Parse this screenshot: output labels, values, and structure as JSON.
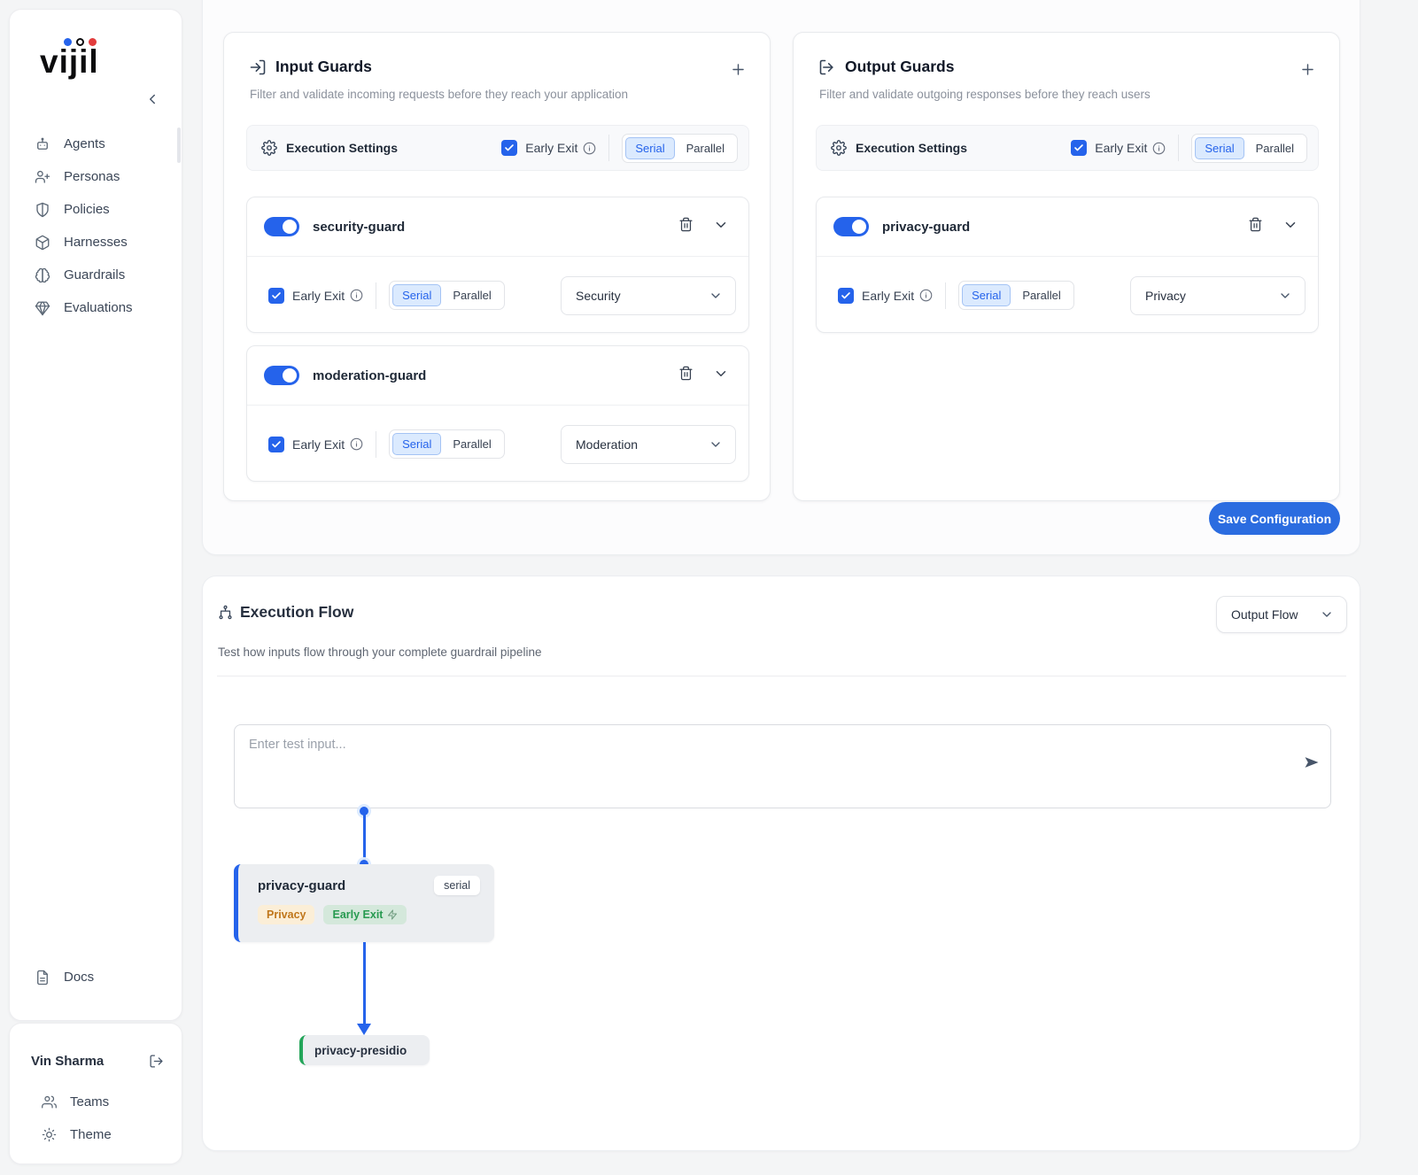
{
  "app": {
    "logo": "vijil"
  },
  "colors": {
    "accent_blue": "#2563eb",
    "save_blue": "#2b6ce0",
    "node_green": "#23a559",
    "badge_amber_text": "#c0761a",
    "badge_green_text": "#279a50"
  },
  "sidebar": {
    "nav": [
      {
        "label": "Agents"
      },
      {
        "label": "Personas"
      },
      {
        "label": "Policies"
      },
      {
        "label": "Harnesses"
      },
      {
        "label": "Guardrails"
      },
      {
        "label": "Evaluations"
      }
    ],
    "docs_label": "Docs",
    "user_name": "Vin Sharma",
    "teams_label": "Teams",
    "theme_label": "Theme"
  },
  "labels": {
    "execution_settings": "Execution Settings",
    "early_exit": "Early Exit",
    "serial": "Serial",
    "parallel": "Parallel"
  },
  "input_guards": {
    "title": "Input Guards",
    "subtitle": "Filter and validate incoming requests before they reach your application",
    "mode_selected": "Serial",
    "guards": [
      {
        "name": "security-guard",
        "enabled": "on",
        "mode_selected": "Serial",
        "category": "Security"
      },
      {
        "name": "moderation-guard",
        "enabled": "on",
        "mode_selected": "Serial",
        "category": "Moderation"
      }
    ]
  },
  "output_guards": {
    "title": "Output Guards",
    "subtitle": "Filter and validate outgoing responses before they reach users",
    "mode_selected": "Serial",
    "guards": [
      {
        "name": "privacy-guard",
        "enabled": "on",
        "mode_selected": "Serial",
        "category": "Privacy"
      }
    ]
  },
  "save_button_label": "Save Configuration",
  "execution_flow": {
    "title": "Execution Flow",
    "subtitle": "Test how inputs flow through your complete guardrail pipeline",
    "flow_selector_value": "Output Flow",
    "input_placeholder": "Enter test input...",
    "nodes": [
      {
        "name": "privacy-guard",
        "mode_badge": "serial",
        "category_badge": "Privacy",
        "early_exit_badge": "Early Exit"
      },
      {
        "name": "privacy-presidio"
      }
    ]
  }
}
